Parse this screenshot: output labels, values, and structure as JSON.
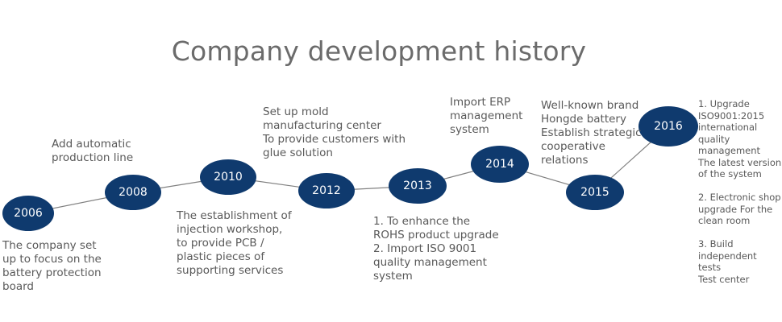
{
  "title": "Company development history",
  "colors": {
    "node_fill": "#0f3a6e",
    "node_text": "#ffffff",
    "line": "#808080",
    "text": "#595959",
    "title": "#6b6b6b"
  },
  "milestones": [
    {
      "year": "2006",
      "description": "The company set\nup to focus on the\nbattery protection\nboard"
    },
    {
      "year": "2008",
      "description": "Add automatic\nproduction line"
    },
    {
      "year": "2010",
      "description": "The establishment of\ninjection workshop,\nto provide PCB /\nplastic pieces of\nsupporting services"
    },
    {
      "year": "2012",
      "description": "Set up mold\nmanufacturing center\nTo provide customers with\nglue solution"
    },
    {
      "year": "2013",
      "description": "1. To enhance the\nROHS product upgrade\n2. Import ISO 9001\nquality management\nsystem"
    },
    {
      "year": "2014",
      "description": "Import ERP\nmanagement\nsystem"
    },
    {
      "year": "2015",
      "description": "Well-known brand\nHongde battery\nEstablish strategic\ncooperative\nrelations"
    },
    {
      "year": "2016",
      "description": "1. Upgrade\nISO9001:2015\ninternational\nquality\nmanagement\nThe latest version\nof the system\n\n2. Electronic shop\nupgrade For the\nclean room\n\n3. Build\nindependent tests\nTest center"
    }
  ]
}
